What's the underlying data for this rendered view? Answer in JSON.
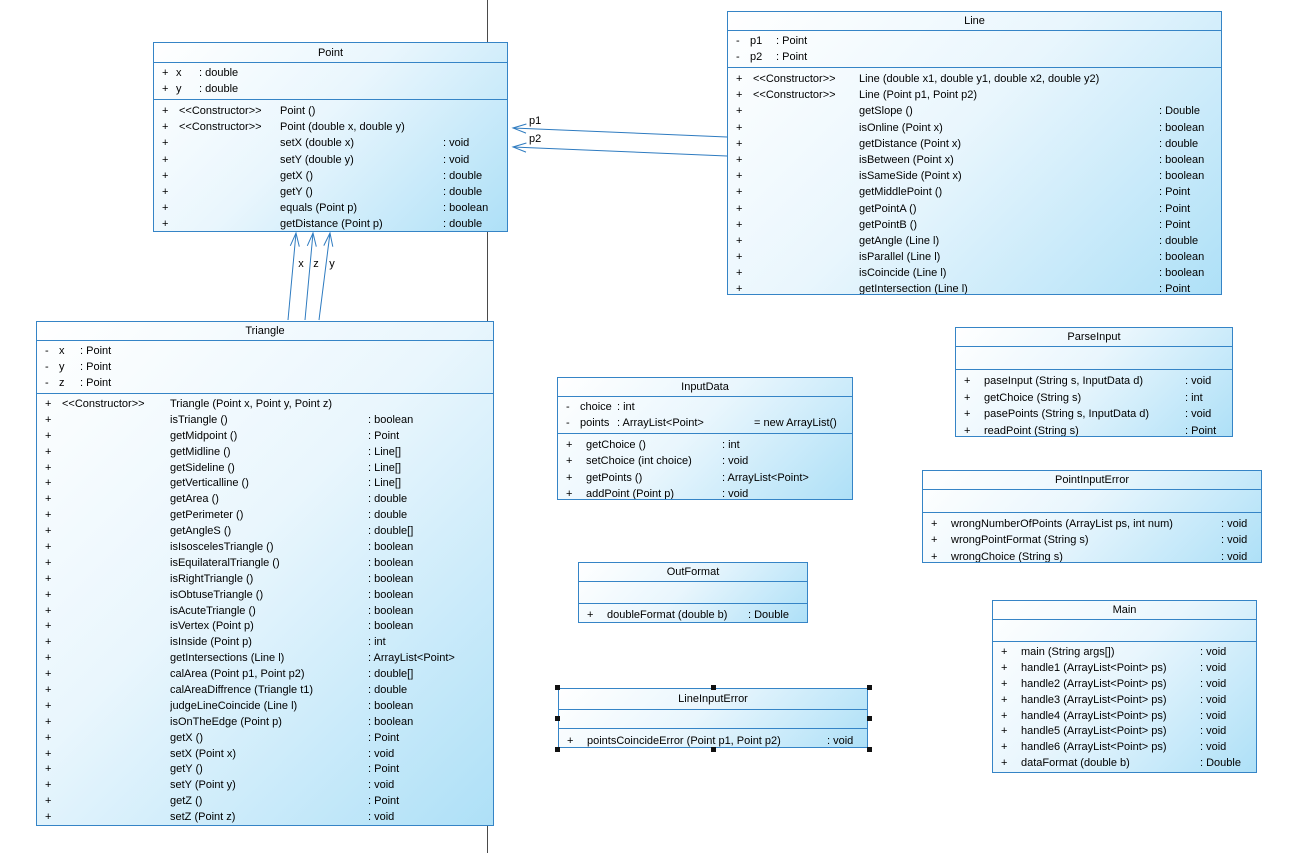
{
  "colors": {
    "box_border": "#3584c6",
    "box_fill_start": "#ffffff",
    "box_fill_end": "#aee0f7",
    "association_line": "#2e7bc0",
    "page_boundary_line": "#4a4a4a",
    "selection_handle": "#111111",
    "text": "#000000"
  },
  "associations": [
    {
      "label": "p1",
      "from": "Line",
      "to": "Point"
    },
    {
      "label": "p2",
      "from": "Line",
      "to": "Point"
    },
    {
      "label": "x",
      "from": "Triangle",
      "to": "Point"
    },
    {
      "label": "z",
      "from": "Triangle",
      "to": "Point"
    },
    {
      "label": "y",
      "from": "Triangle",
      "to": "Point"
    }
  ],
  "classes": [
    {
      "id": "point",
      "title": "Point",
      "attributes": [
        {
          "vis": "+",
          "name": "x",
          "type": ": double"
        },
        {
          "vis": "+",
          "name": "y",
          "type": ": double"
        }
      ],
      "methods": [
        {
          "vis": "+",
          "stereo": "<<Constructor>>",
          "name": "Point ()",
          "type": ""
        },
        {
          "vis": "+",
          "stereo": "<<Constructor>>",
          "name": "Point (double x, double y)",
          "type": ""
        },
        {
          "vis": "+",
          "stereo": "",
          "name": "setX (double x)",
          "type": ": void"
        },
        {
          "vis": "+",
          "stereo": "",
          "name": "setY (double y)",
          "type": ": void"
        },
        {
          "vis": "+",
          "stereo": "",
          "name": "getX ()",
          "type": ": double"
        },
        {
          "vis": "+",
          "stereo": "",
          "name": "getY ()",
          "type": ": double"
        },
        {
          "vis": "+",
          "stereo": "",
          "name": "equals (Point p)",
          "type": ": boolean"
        },
        {
          "vis": "+",
          "stereo": "",
          "name": "getDistance (Point p)",
          "type": ": double"
        }
      ]
    },
    {
      "id": "line",
      "title": "Line",
      "attributes": [
        {
          "vis": "-",
          "name": "p1",
          "type": ": Point"
        },
        {
          "vis": "-",
          "name": "p2",
          "type": ": Point"
        }
      ],
      "methods": [
        {
          "vis": "+",
          "stereo": "<<Constructor>>",
          "name": "Line (double x1, double y1, double x2, double y2)",
          "type": ""
        },
        {
          "vis": "+",
          "stereo": "<<Constructor>>",
          "name": "Line (Point p1, Point p2)",
          "type": ""
        },
        {
          "vis": "+",
          "stereo": "",
          "name": "getSlope ()",
          "type": ": Double"
        },
        {
          "vis": "+",
          "stereo": "",
          "name": "isOnline (Point x)",
          "type": ": boolean"
        },
        {
          "vis": "+",
          "stereo": "",
          "name": "getDistance (Point x)",
          "type": ": double"
        },
        {
          "vis": "+",
          "stereo": "",
          "name": "isBetween (Point x)",
          "type": ": boolean"
        },
        {
          "vis": "+",
          "stereo": "",
          "name": "isSameSide (Point x)",
          "type": ": boolean"
        },
        {
          "vis": "+",
          "stereo": "",
          "name": "getMiddlePoint ()",
          "type": ": Point"
        },
        {
          "vis": "+",
          "stereo": "",
          "name": "getPointA ()",
          "type": ": Point"
        },
        {
          "vis": "+",
          "stereo": "",
          "name": "getPointB ()",
          "type": ": Point"
        },
        {
          "vis": "+",
          "stereo": "",
          "name": "getAngle (Line l)",
          "type": ": double"
        },
        {
          "vis": "+",
          "stereo": "",
          "name": "isParallel (Line l)",
          "type": ": boolean"
        },
        {
          "vis": "+",
          "stereo": "",
          "name": "isCoincide (Line l)",
          "type": ": boolean"
        },
        {
          "vis": "+",
          "stereo": "",
          "name": "getIntersection (Line l)",
          "type": ": Point"
        }
      ]
    },
    {
      "id": "triangle",
      "title": "Triangle",
      "attributes": [
        {
          "vis": "-",
          "name": "x",
          "type": ": Point"
        },
        {
          "vis": "-",
          "name": "y",
          "type": ": Point"
        },
        {
          "vis": "-",
          "name": "z",
          "type": ": Point"
        }
      ],
      "methods": [
        {
          "vis": "+",
          "stereo": "<<Constructor>>",
          "name": "Triangle (Point x, Point y, Point z)",
          "type": ""
        },
        {
          "vis": "+",
          "stereo": "",
          "name": "isTriangle ()",
          "type": ": boolean"
        },
        {
          "vis": "+",
          "stereo": "",
          "name": "getMidpoint ()",
          "type": ": Point"
        },
        {
          "vis": "+",
          "stereo": "",
          "name": "getMidline ()",
          "type": ": Line[]"
        },
        {
          "vis": "+",
          "stereo": "",
          "name": "getSideline ()",
          "type": ": Line[]"
        },
        {
          "vis": "+",
          "stereo": "",
          "name": "getVerticalline ()",
          "type": ": Line[]"
        },
        {
          "vis": "+",
          "stereo": "",
          "name": "getArea ()",
          "type": ": double"
        },
        {
          "vis": "+",
          "stereo": "",
          "name": "getPerimeter ()",
          "type": ": double"
        },
        {
          "vis": "+",
          "stereo": "",
          "name": "getAngleS ()",
          "type": ": double[]"
        },
        {
          "vis": "+",
          "stereo": "",
          "name": "isIsoscelesTriangle ()",
          "type": ": boolean"
        },
        {
          "vis": "+",
          "stereo": "",
          "name": "isEquilateralTriangle ()",
          "type": ": boolean"
        },
        {
          "vis": "+",
          "stereo": "",
          "name": "isRightTriangle ()",
          "type": ": boolean"
        },
        {
          "vis": "+",
          "stereo": "",
          "name": "isObtuseTriangle ()",
          "type": ": boolean"
        },
        {
          "vis": "+",
          "stereo": "",
          "name": "isAcuteTriangle ()",
          "type": ": boolean"
        },
        {
          "vis": "+",
          "stereo": "",
          "name": "isVertex (Point p)",
          "type": ": boolean"
        },
        {
          "vis": "+",
          "stereo": "",
          "name": "isInside (Point p)",
          "type": ": int"
        },
        {
          "vis": "+",
          "stereo": "",
          "name": "getIntersections (Line l)",
          "type": ": ArrayList<Point>"
        },
        {
          "vis": "+",
          "stereo": "",
          "name": "calArea (Point p1, Point p2)",
          "type": ": double[]"
        },
        {
          "vis": "+",
          "stereo": "",
          "name": "calAreaDiffrence (Triangle t1)",
          "type": ": double"
        },
        {
          "vis": "+",
          "stereo": "",
          "name": "judgeLineCoincide (Line l)",
          "type": ": boolean"
        },
        {
          "vis": "+",
          "stereo": "",
          "name": "isOnTheEdge (Point p)",
          "type": ": boolean"
        },
        {
          "vis": "+",
          "stereo": "",
          "name": "getX ()",
          "type": ": Point"
        },
        {
          "vis": "+",
          "stereo": "",
          "name": "setX (Point x)",
          "type": ": void"
        },
        {
          "vis": "+",
          "stereo": "",
          "name": "getY ()",
          "type": ": Point"
        },
        {
          "vis": "+",
          "stereo": "",
          "name": "setY (Point y)",
          "type": ": void"
        },
        {
          "vis": "+",
          "stereo": "",
          "name": "getZ ()",
          "type": ": Point"
        },
        {
          "vis": "+",
          "stereo": "",
          "name": "setZ (Point z)",
          "type": ": void"
        }
      ]
    },
    {
      "id": "inputdata",
      "title": "InputData",
      "attributes": [
        {
          "vis": "-",
          "name": "choice",
          "type": ": int"
        },
        {
          "vis": "-",
          "name": "points",
          "type": ": ArrayList<Point>",
          "init": "= new ArrayList()"
        }
      ],
      "methods": [
        {
          "vis": "+",
          "name": "getChoice ()",
          "type": ": int"
        },
        {
          "vis": "+",
          "name": "setChoice (int choice)",
          "type": ": void"
        },
        {
          "vis": "+",
          "name": "getPoints ()",
          "type": ": ArrayList<Point>"
        },
        {
          "vis": "+",
          "name": "addPoint (Point p)",
          "type": ": void"
        }
      ]
    },
    {
      "id": "parseinput",
      "title": "ParseInput",
      "attributes": [],
      "methods": [
        {
          "vis": "+",
          "name": "paseInput (String s, InputData d)",
          "type": ": void"
        },
        {
          "vis": "+",
          "name": "getChoice (String s)",
          "type": ": int"
        },
        {
          "vis": "+",
          "name": "pasePoints (String s, InputData d)",
          "type": ": void"
        },
        {
          "vis": "+",
          "name": "readPoint (String s)",
          "type": ": Point"
        }
      ]
    },
    {
      "id": "pointinputerror",
      "title": "PointInputError",
      "attributes": [],
      "methods": [
        {
          "vis": "+",
          "name": "wrongNumberOfPoints (ArrayList ps, int num)",
          "type": ": void"
        },
        {
          "vis": "+",
          "name": "wrongPointFormat (String s)",
          "type": ": void"
        },
        {
          "vis": "+",
          "name": "wrongChoice (String s)",
          "type": ": void"
        }
      ]
    },
    {
      "id": "outformat",
      "title": "OutFormat",
      "attributes": [],
      "methods": [
        {
          "vis": "+",
          "name": "doubleFormat (double b)",
          "type": ": Double"
        }
      ]
    },
    {
      "id": "main",
      "title": "Main",
      "attributes": [],
      "methods": [
        {
          "vis": "+",
          "name": "main (String args[])",
          "type": ": void"
        },
        {
          "vis": "+",
          "name": "handle1 (ArrayList<Point> ps)",
          "type": ": void"
        },
        {
          "vis": "+",
          "name": "handle2 (ArrayList<Point> ps)",
          "type": ": void"
        },
        {
          "vis": "+",
          "name": "handle3 (ArrayList<Point> ps)",
          "type": ": void"
        },
        {
          "vis": "+",
          "name": "handle4 (ArrayList<Point> ps)",
          "type": ": void"
        },
        {
          "vis": "+",
          "name": "handle5 (ArrayList<Point> ps)",
          "type": ": void"
        },
        {
          "vis": "+",
          "name": "handle6 (ArrayList<Point> ps)",
          "type": ": void"
        },
        {
          "vis": "+",
          "name": "dataFormat (double b)",
          "type": ": Double"
        }
      ]
    },
    {
      "id": "lineinputerror",
      "title": "LineInputError",
      "attributes": [],
      "methods": [
        {
          "vis": "+",
          "name": "pointsCoincideError (Point p1, Point p2)",
          "type": ": void"
        }
      ]
    }
  ]
}
